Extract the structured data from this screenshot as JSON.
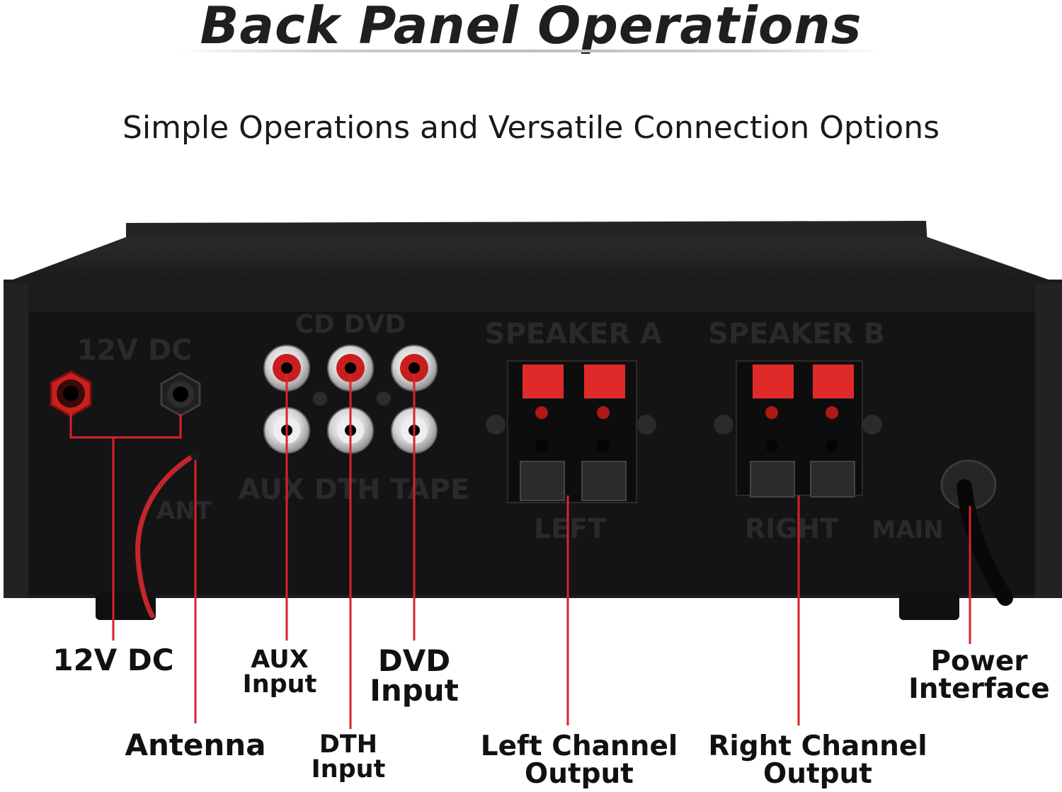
{
  "header": {
    "title": "Back Panel Operations",
    "subtitle": "Simple Operations and Versatile Connection Options"
  },
  "colors": {
    "accent": "#d9232a",
    "chassis": "#1d1d1d",
    "panel": "#141414",
    "terminal_red": "#e02a2a"
  },
  "labels": {
    "dc_12v": "12V DC",
    "antenna": "Antenna",
    "aux_line1": "AUX",
    "aux_line2": "Input",
    "dth_line1": "DTH",
    "dth_line2": "Input",
    "dvd_line1": "DVD",
    "dvd_line2": "Input",
    "left_line1": "Left Channel",
    "left_line2": "Output",
    "right_line1": "Right Channel",
    "right_line2": "Output",
    "power_line1": "Power",
    "power_line2": "Interface"
  },
  "panel_markings": {
    "dc": "12V DC",
    "cd_dvd": "CD DVD",
    "speaker_a": "SPEAKER A",
    "speaker_b": "SPEAKER B",
    "aux_dth_tape": "AUX DTH TAPE",
    "left": "LEFT",
    "right": "RIGHT",
    "main": "MAIN",
    "ant": "ANT"
  }
}
